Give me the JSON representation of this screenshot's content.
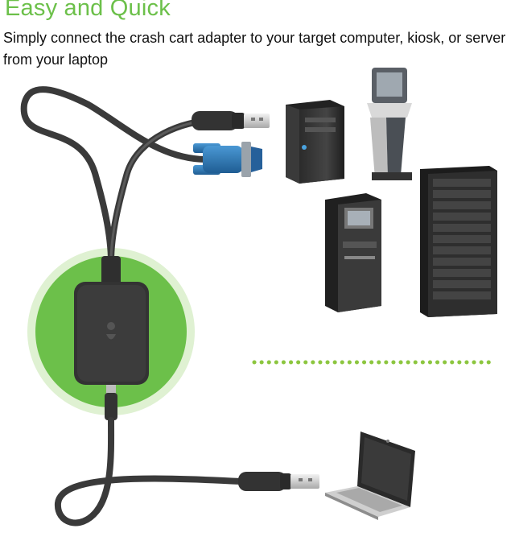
{
  "headline": {
    "text": "Easy and Quick"
  },
  "subheading": {
    "text": "Simply connect the crash cart adapter to your target computer, kiosk, or server from your laptop"
  },
  "colors": {
    "accent_green": "#6cc04a",
    "green_halo": "#d6eec6",
    "cable": "#3c3c3c",
    "vga_blue": "#2e74b0",
    "dotted_line": "#8cc63f"
  },
  "illustrations": {
    "adapter": "crash-cart-adapter",
    "usb_plug": "usb-a-plug",
    "vga_plug": "vga-plug",
    "targets": [
      "tower-pc",
      "kiosk",
      "atm-kiosk",
      "server-rack"
    ],
    "host": "laptop"
  }
}
